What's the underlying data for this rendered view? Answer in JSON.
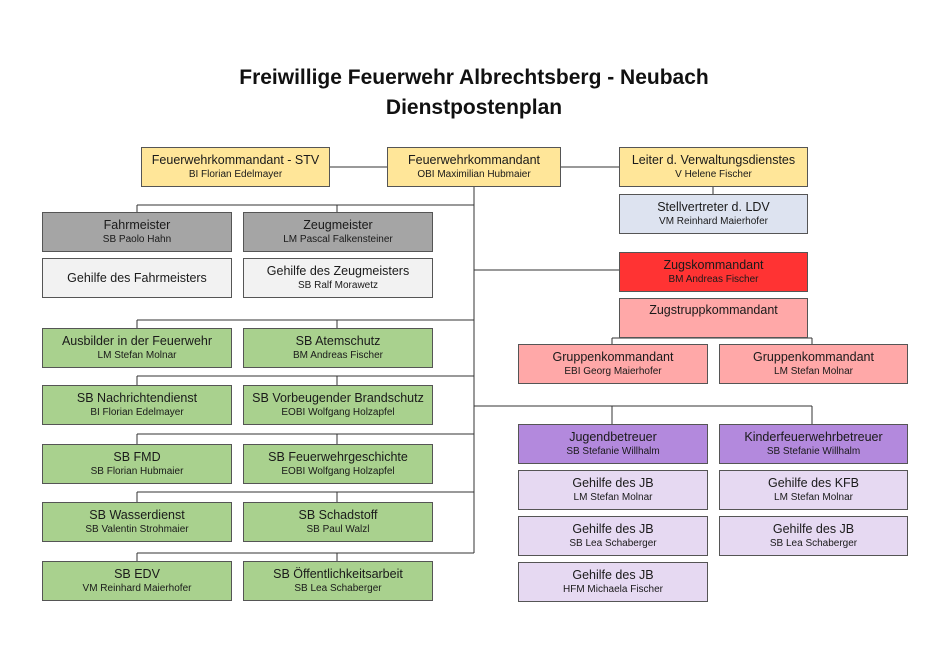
{
  "title_line1": "Freiwillige Feuerwehr Albrechtsberg - Neubach",
  "title_line2": "Dienstpostenplan",
  "colors": {
    "command": "#ffe699",
    "deputy_admin": "#dde3f0",
    "equipment": "#a5a5a5",
    "assistant": "#f2f2f2",
    "specialist": "#a9d18e",
    "platoon_commander": "#ff3333",
    "platoon_leader": "#ffa8a8",
    "youth": "#b389dd",
    "youth_assistant": "#e6d9f2"
  },
  "boxes": {
    "kdt_stv": {
      "role": "Feuerwehrkommandant - STV",
      "person": "BI Florian Edelmayer"
    },
    "kdt": {
      "role": "Feuerwehrkommandant",
      "person": "OBI Maximilian Hubmaier"
    },
    "ldv": {
      "role": "Leiter d. Verwaltungsdienstes",
      "person": "V Helene Fischer"
    },
    "stv_ldv": {
      "role": "Stellvertreter d. LDV",
      "person": "VM Reinhard Maierhofer"
    },
    "fahrmeister": {
      "role": "Fahrmeister",
      "person": "SB Paolo Hahn"
    },
    "zeugmeister": {
      "role": "Zeugmeister",
      "person": "LM Pascal Falkensteiner"
    },
    "gehilfe_fm": {
      "role": "Gehilfe des Fahrmeisters",
      "person": ""
    },
    "gehilfe_zm": {
      "role": "Gehilfe des Zeugmeisters",
      "person": "SB Ralf Morawetz"
    },
    "ausbilder": {
      "role": "Ausbilder in der Feuerwehr",
      "person": "LM Stefan Molnar"
    },
    "atemschutz": {
      "role": "SB Atemschutz",
      "person": "BM Andreas Fischer"
    },
    "nachrichten": {
      "role": "SB Nachrichtendienst",
      "person": "BI Florian Edelmayer"
    },
    "brandschutz": {
      "role": "SB Vorbeugender Brandschutz",
      "person": "EOBI Wolfgang Holzapfel"
    },
    "fmd": {
      "role": "SB FMD",
      "person": "SB Florian Hubmaier"
    },
    "geschichte": {
      "role": "SB Feuerwehrgeschichte",
      "person": "EOBI Wolfgang Holzapfel"
    },
    "wasser": {
      "role": "SB Wasserdienst",
      "person": "SB Valentin Strohmaier"
    },
    "schadstoff": {
      "role": "SB Schadstoff",
      "person": "SB Paul Walzl"
    },
    "edv": {
      "role": "SB EDV",
      "person": "VM Reinhard Maierhofer"
    },
    "oeffentlich": {
      "role": "SB Öffentlichkeitsarbeit",
      "person": "SB Lea Schaberger"
    },
    "zugskdt": {
      "role": "Zugskommandant",
      "person": "BM Andreas Fischer"
    },
    "zugtrupp": {
      "role": "Zugstruppkommandant",
      "person": ""
    },
    "gruppe1": {
      "role": "Gruppenkommandant",
      "person": "EBI Georg Maierhofer"
    },
    "gruppe2": {
      "role": "Gruppenkommandant",
      "person": "LM Stefan Molnar"
    },
    "jugend": {
      "role": "Jugendbetreuer",
      "person": "SB Stefanie Willhalm"
    },
    "kinder": {
      "role": "Kinderfeuerwehrbetreuer",
      "person": "SB Stefanie Willhalm"
    },
    "gjb1": {
      "role": "Gehilfe des JB",
      "person": "LM Stefan Molnar"
    },
    "gkfb1": {
      "role": "Gehilfe des KFB",
      "person": "LM Stefan Molnar"
    },
    "gjb2": {
      "role": "Gehilfe des JB",
      "person": "SB Lea Schaberger"
    },
    "gjb_k2": {
      "role": "Gehilfe des JB",
      "person": "SB Lea Schaberger"
    },
    "gjb3": {
      "role": "Gehilfe des JB",
      "person": "HFM Michaela Fischer"
    }
  }
}
